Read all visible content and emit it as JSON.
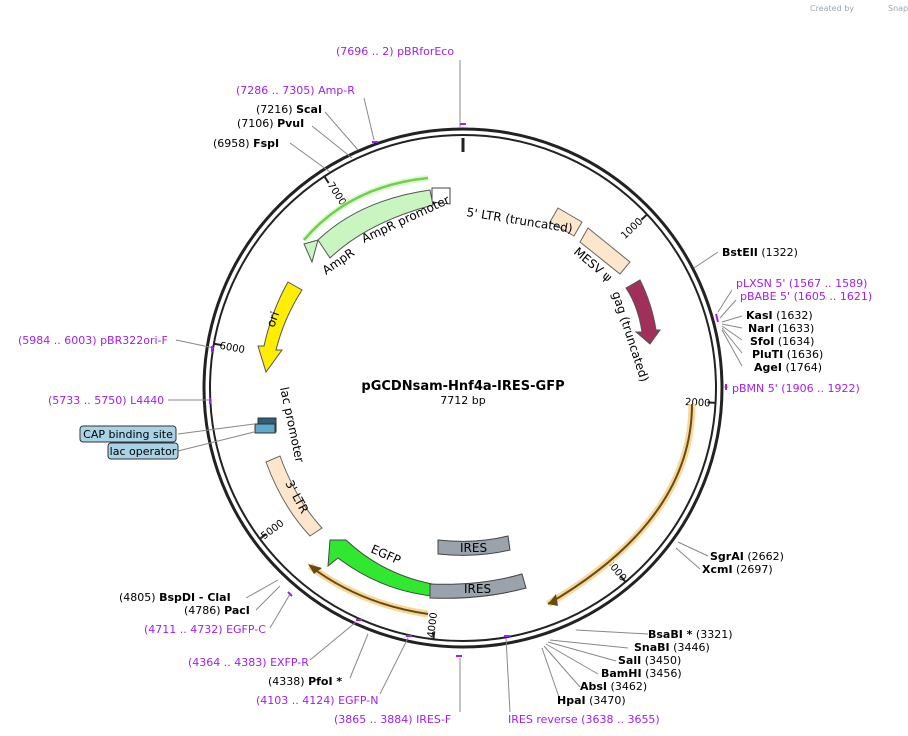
{
  "credit": {
    "text": "Created by",
    "brand": "SnapGene"
  },
  "plasmid": {
    "name": "pGCDNsam-Hnf4a-IRES-GFP",
    "length": "7712 bp"
  },
  "ticks": [
    "1000",
    "2000",
    "3000",
    "4000",
    "5000",
    "6000",
    "7000"
  ],
  "features": {
    "ltr5": "5' LTR (truncated)",
    "mesv": "MESV ψ",
    "gag": "gag (truncated)",
    "amp_promoter": "AmpR promoter",
    "ampr": "AmpR",
    "ori": "ori",
    "lac_promoter": "lac promoter",
    "ltr3": "3' LTR",
    "egfp": "EGFP",
    "ires": "IRES"
  },
  "boxes": {
    "cap": "CAP binding site",
    "lac_operator": "lac operator"
  },
  "sites": [
    {
      "kind": "primer",
      "range": "(7696 .. 2)",
      "name": "pBRforEco"
    },
    {
      "kind": "primer",
      "range": "(7286 .. 7305)",
      "name": "Amp-R"
    },
    {
      "kind": "enzyme",
      "pos": "(7216)",
      "name": "ScaI"
    },
    {
      "kind": "enzyme",
      "pos": "(7106)",
      "name": "PvuI"
    },
    {
      "kind": "enzyme",
      "pos": "(6958)",
      "name": "FspI"
    },
    {
      "kind": "enzyme",
      "name": "BstEII",
      "pos": "(1322)"
    },
    {
      "kind": "primer",
      "name": "pLXSN 5'",
      "range": "(1567 .. 1589)"
    },
    {
      "kind": "primer",
      "name": "pBABE 5'",
      "range": "(1605 .. 1621)"
    },
    {
      "kind": "enzyme",
      "name": "KasI",
      "pos": "(1632)"
    },
    {
      "kind": "enzyme",
      "name": "NarI",
      "pos": "(1633)"
    },
    {
      "kind": "enzyme",
      "name": "SfoI",
      "pos": "(1634)"
    },
    {
      "kind": "enzyme",
      "name": "PluTI",
      "pos": "(1636)"
    },
    {
      "kind": "enzyme",
      "name": "AgeI",
      "pos": "(1764)"
    },
    {
      "kind": "primer",
      "name": "pBMN 5'",
      "range": "(1906 .. 1922)"
    },
    {
      "kind": "enzyme",
      "name": "SgrAI",
      "pos": "(2662)"
    },
    {
      "kind": "enzyme",
      "name": "XcmI",
      "pos": "(2697)"
    },
    {
      "kind": "enzyme",
      "name": "BsaBI *",
      "pos": "(3321)"
    },
    {
      "kind": "enzyme",
      "name": "SnaBI",
      "pos": "(3446)"
    },
    {
      "kind": "enzyme",
      "name": "SalI",
      "pos": "(3450)"
    },
    {
      "kind": "enzyme",
      "name": "BamHI",
      "pos": "(3456)"
    },
    {
      "kind": "enzyme",
      "name": "AbsI",
      "pos": "(3462)"
    },
    {
      "kind": "enzyme",
      "name": "HpaI",
      "pos": "(3470)"
    },
    {
      "kind": "primer",
      "name": "IRES reverse",
      "range": "(3638 .. 3655)"
    },
    {
      "kind": "primer",
      "range": "(3865 .. 3884)",
      "name": "IRES-F"
    },
    {
      "kind": "primer",
      "range": "(4103 .. 4124)",
      "name": "EGFP-N"
    },
    {
      "kind": "enzyme",
      "pos": "(4338)",
      "name": "PfoI *"
    },
    {
      "kind": "primer",
      "range": "(4364 .. 4383)",
      "name": "EXFP-R"
    },
    {
      "kind": "primer",
      "range": "(4711 .. 4732)",
      "name": "EGFP-C"
    },
    {
      "kind": "enzyme",
      "pos": "(4786)",
      "name": "PacI"
    },
    {
      "kind": "enzyme",
      "pos": "(4805)",
      "name": "BspDI - ClaI"
    },
    {
      "kind": "primer",
      "range": "(5733 .. 5750)",
      "name": "L4440"
    },
    {
      "kind": "primer",
      "range": "(5984 .. 6003)",
      "name": "pBR322ori-F"
    }
  ]
}
